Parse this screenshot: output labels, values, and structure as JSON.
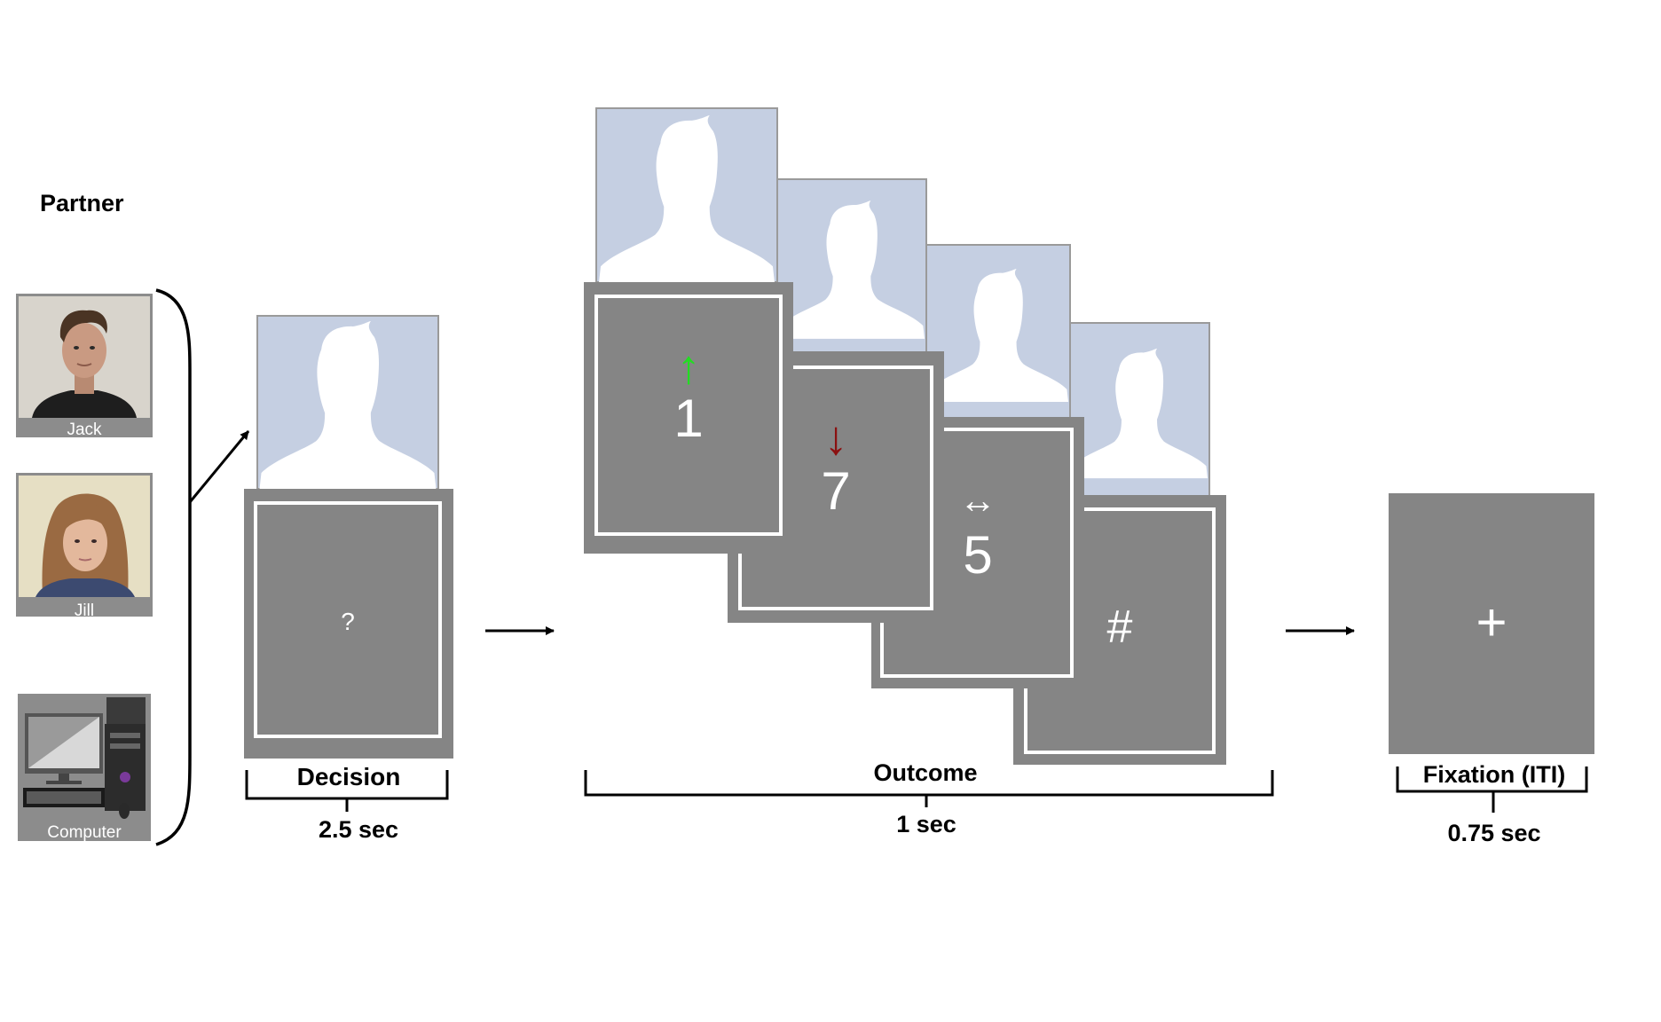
{
  "partner": {
    "heading": "Partner",
    "items": [
      {
        "name": "Jack",
        "icon": "person-photo-icon"
      },
      {
        "name": "Jill",
        "icon": "person-photo-icon"
      },
      {
        "name": "Computer",
        "icon": "computer-icon"
      }
    ]
  },
  "decision": {
    "symbol": "?",
    "label": "Decision",
    "duration": "2.5 sec"
  },
  "outcome": {
    "label": "Outcome",
    "duration": "1 sec",
    "cards": [
      {
        "arrow": "↑",
        "arrow_color": "#22dd22",
        "value": "1"
      },
      {
        "arrow": "↓",
        "arrow_color": "#8b1010",
        "value": "7"
      },
      {
        "arrow": "↔",
        "arrow_color": "#ffffff",
        "value": "5"
      },
      {
        "arrow": "",
        "arrow_color": "#ffffff",
        "value": "#"
      }
    ]
  },
  "fixation": {
    "symbol": "+",
    "label": "Fixation (ITI)",
    "duration": "0.75 sec"
  },
  "colors": {
    "card_gray": "#858585",
    "silhouette_bg": "#c5cfe2",
    "silhouette": "#ffffff",
    "line": "#000000"
  }
}
